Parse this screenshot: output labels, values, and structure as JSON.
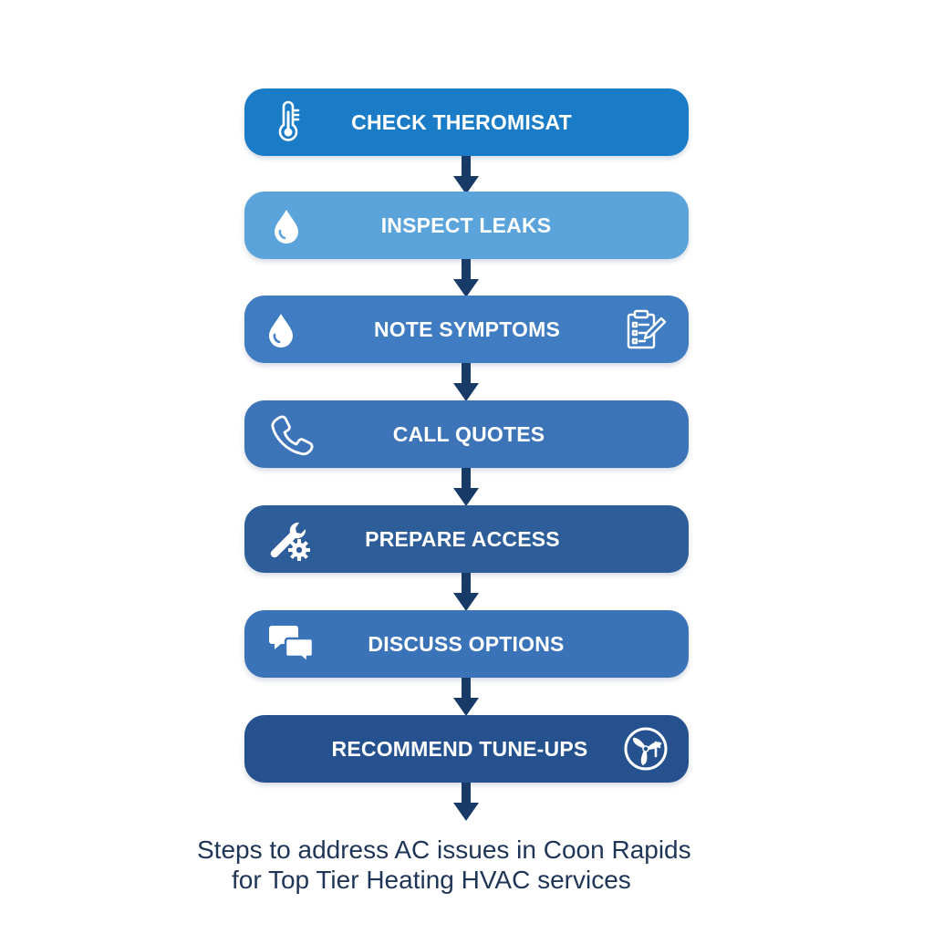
{
  "steps": [
    {
      "label": "CHECK THEROMISAT",
      "icon": "thermometer-icon",
      "color": "#1a7cc6"
    },
    {
      "label": "INSPECT LEAKS",
      "icon": "water-drop-icon",
      "color": "#5aa3db"
    },
    {
      "label": "NOTE SYMPTOMS",
      "icon": "water-drop-icon",
      "icon_right": "clipboard-pencil-icon",
      "color": "#3f7cc2"
    },
    {
      "label": "CALL QUOTES",
      "icon": "phone-icon",
      "color": "#3d74b8"
    },
    {
      "label": "PREPARE ACCESS",
      "icon": "wrench-gear-icon",
      "color": "#2e5e9a"
    },
    {
      "label": "DISCUSS OPTIONS",
      "icon": "chat-bubbles-icon",
      "color": "#3b73b8"
    },
    {
      "label": "RECOMMEND TUNE-UPS",
      "icon_right": "fan-icon",
      "color": "#25528e"
    }
  ],
  "arrow_color": "#173a66",
  "caption": {
    "line1": "Steps to address AC issues in Coon Rapids",
    "line2": "for Top Tier Heating HVAC services"
  }
}
